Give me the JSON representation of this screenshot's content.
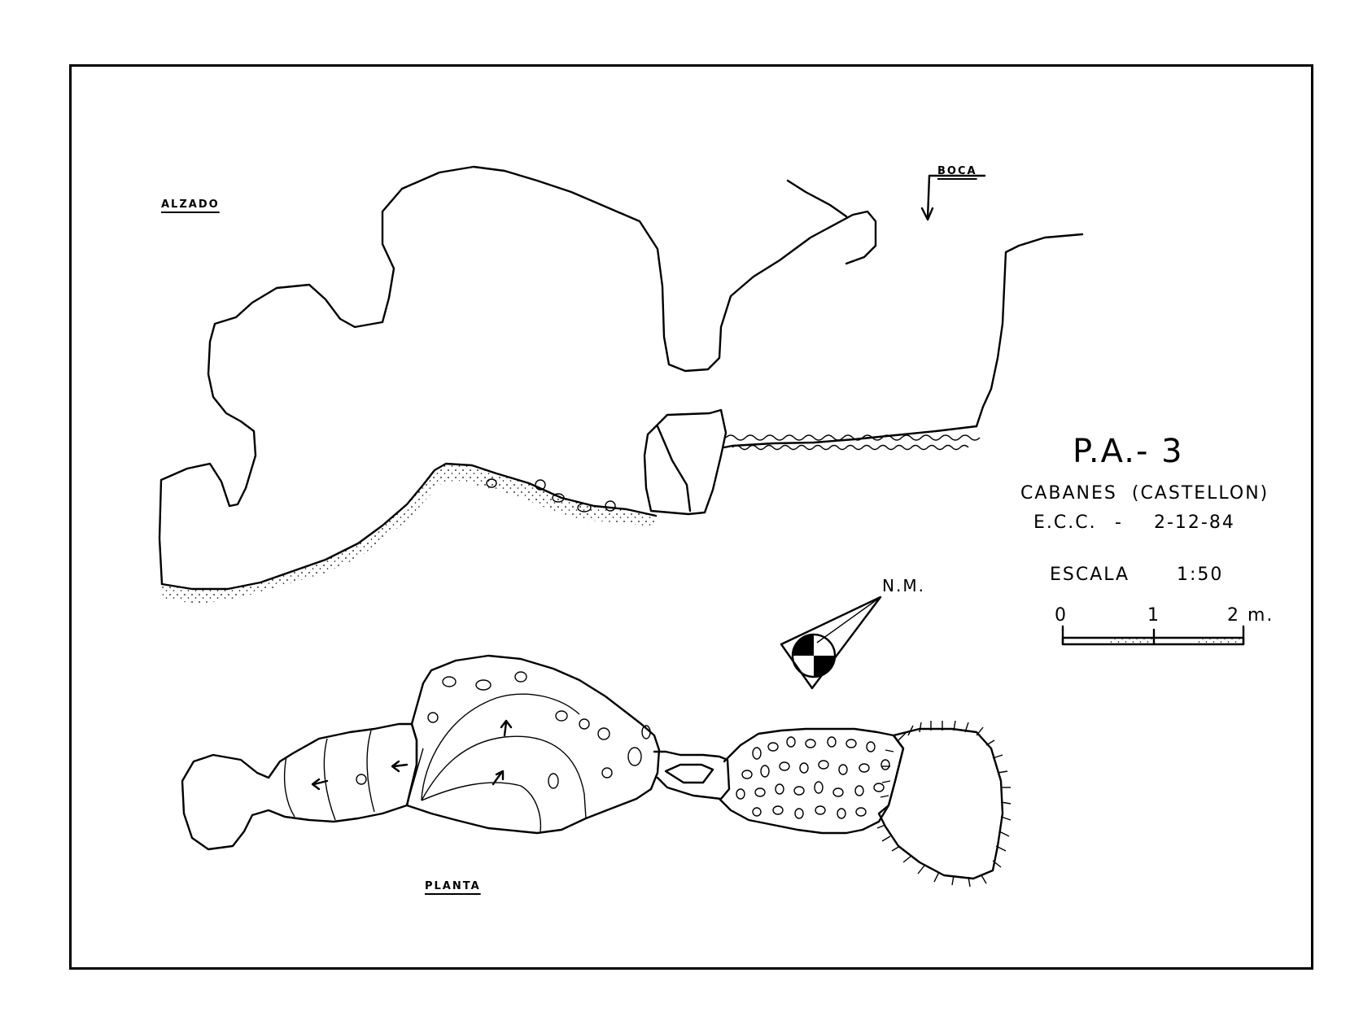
{
  "labels": {
    "alzado": "ALZADO",
    "boca": "BOCA",
    "planta": "PLANTA",
    "north": "N.M."
  },
  "title_block": {
    "code": "P.A.- 3",
    "location": "CABANES  (CASTELLON)",
    "author": "E.C.C.",
    "dash": "-",
    "date": "2-12-84",
    "scale_label": "ESCALA",
    "scale_value": "1:50"
  },
  "scale_bar": {
    "ticks": [
      "0",
      "1",
      "2 m."
    ],
    "length_m": 2
  },
  "colors": {
    "ink": "#000000",
    "paper": "#ffffff"
  }
}
